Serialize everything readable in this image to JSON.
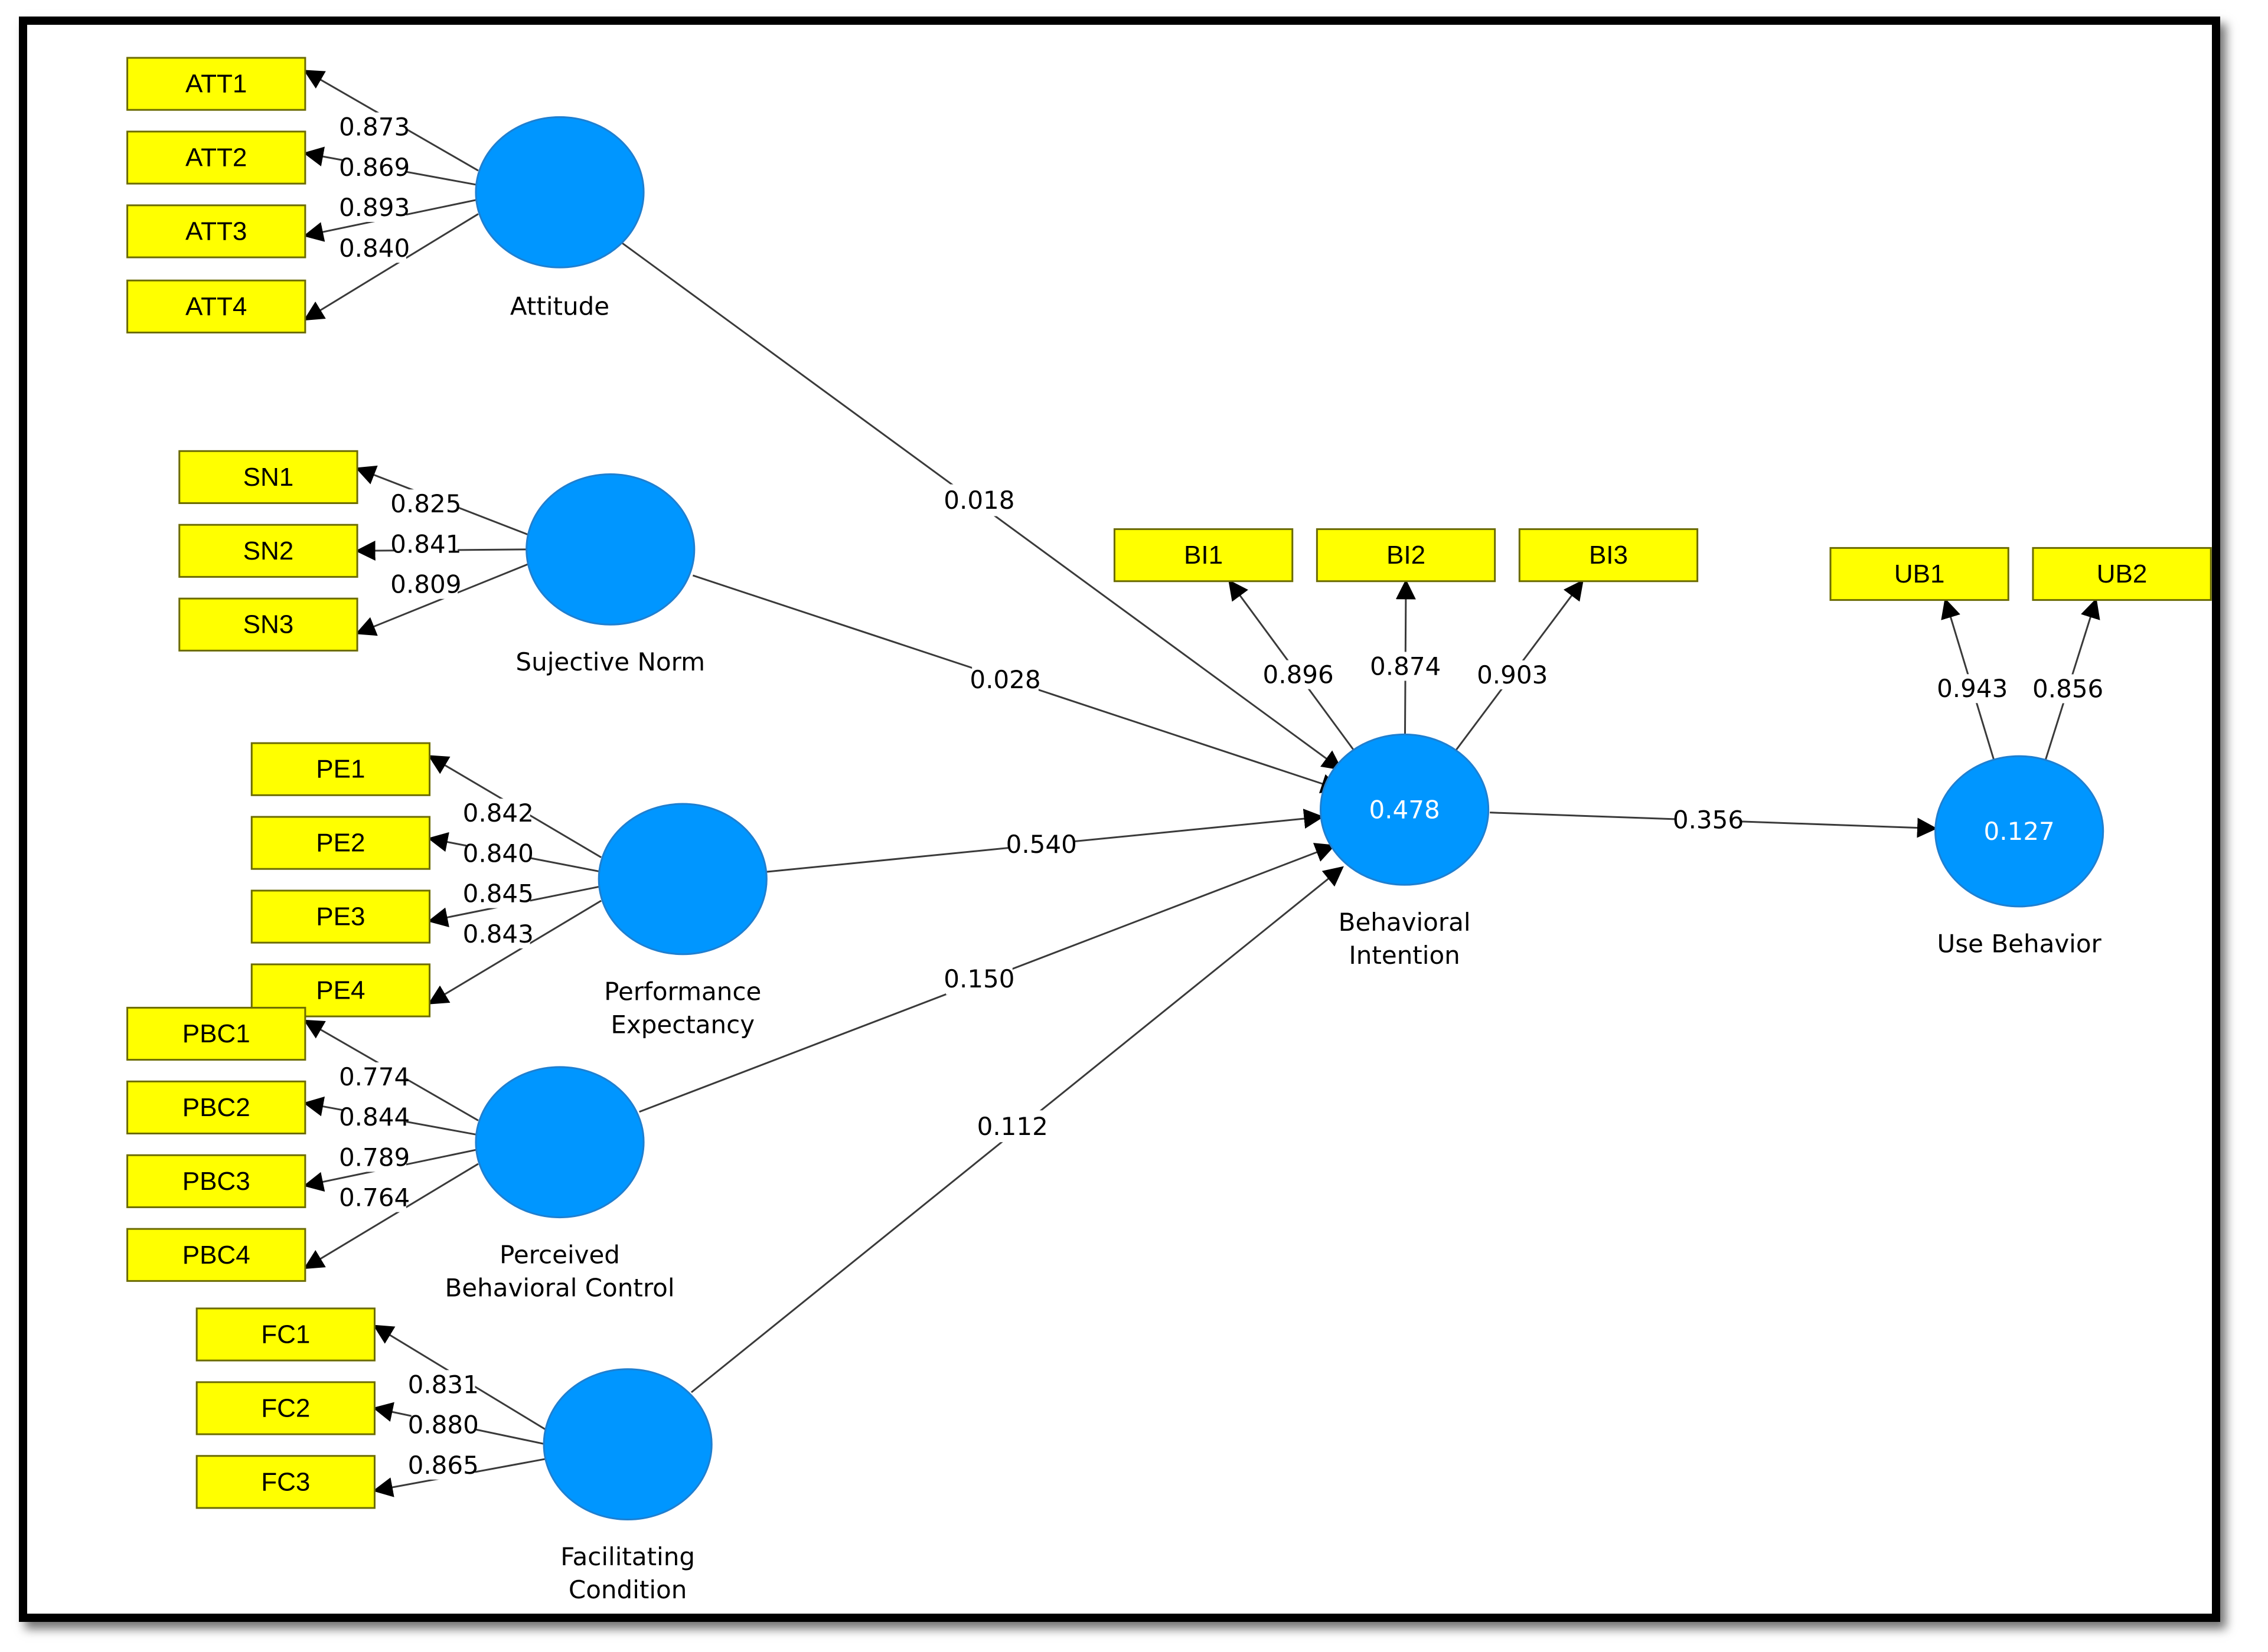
{
  "colors": {
    "indicator_fill": "#ffff00",
    "construct_fill": "#0096ff",
    "line": "#3a3a3a",
    "frame": "#000000"
  },
  "constructs": [
    {
      "id": "ATT",
      "label": [
        "Attitude"
      ],
      "r2": "",
      "indicators": [
        {
          "label": "ATT1",
          "loading": "0.873"
        },
        {
          "label": "ATT2",
          "loading": "0.869"
        },
        {
          "label": "ATT3",
          "loading": "0.893"
        },
        {
          "label": "ATT4",
          "loading": "0.840"
        }
      ]
    },
    {
      "id": "SN",
      "label": [
        "Sujective Norm"
      ],
      "r2": "",
      "indicators": [
        {
          "label": "SN1",
          "loading": "0.825"
        },
        {
          "label": "SN2",
          "loading": "0.841"
        },
        {
          "label": "SN3",
          "loading": "0.809"
        }
      ]
    },
    {
      "id": "PE",
      "label": [
        "Performance",
        "Expectancy"
      ],
      "r2": "",
      "indicators": [
        {
          "label": "PE1",
          "loading": "0.842"
        },
        {
          "label": "PE2",
          "loading": "0.840"
        },
        {
          "label": "PE3",
          "loading": "0.845"
        },
        {
          "label": "PE4",
          "loading": "0.843"
        }
      ]
    },
    {
      "id": "PBC",
      "label": [
        "Perceived",
        "Behavioral Control"
      ],
      "r2": "",
      "indicators": [
        {
          "label": "PBC1",
          "loading": "0.774"
        },
        {
          "label": "PBC2",
          "loading": "0.844"
        },
        {
          "label": "PBC3",
          "loading": "0.789"
        },
        {
          "label": "PBC4",
          "loading": "0.764"
        }
      ]
    },
    {
      "id": "FC",
      "label": [
        "Facilitating",
        "Condition"
      ],
      "r2": "",
      "indicators": [
        {
          "label": "FC1",
          "loading": "0.831"
        },
        {
          "label": "FC2",
          "loading": "0.880"
        },
        {
          "label": "FC3",
          "loading": "0.865"
        }
      ]
    },
    {
      "id": "BI",
      "label": [
        "Behavioral",
        "Intention"
      ],
      "r2": "0.478",
      "indicators": [
        {
          "label": "BI1",
          "loading": "0.896"
        },
        {
          "label": "BI2",
          "loading": "0.874"
        },
        {
          "label": "BI3",
          "loading": "0.903"
        }
      ]
    },
    {
      "id": "UB",
      "label": [
        "Use Behavior"
      ],
      "r2": "0.127",
      "indicators": [
        {
          "label": "UB1",
          "loading": "0.943"
        },
        {
          "label": "UB2",
          "loading": "0.856"
        }
      ]
    }
  ],
  "paths": [
    {
      "from": "ATT",
      "to": "BI",
      "coef": "0.018"
    },
    {
      "from": "SN",
      "to": "BI",
      "coef": "0.028"
    },
    {
      "from": "PE",
      "to": "BI",
      "coef": "0.540"
    },
    {
      "from": "PBC",
      "to": "BI",
      "coef": "0.150"
    },
    {
      "from": "FC",
      "to": "BI",
      "coef": "0.112"
    },
    {
      "from": "BI",
      "to": "UB",
      "coef": "0.356"
    }
  ]
}
